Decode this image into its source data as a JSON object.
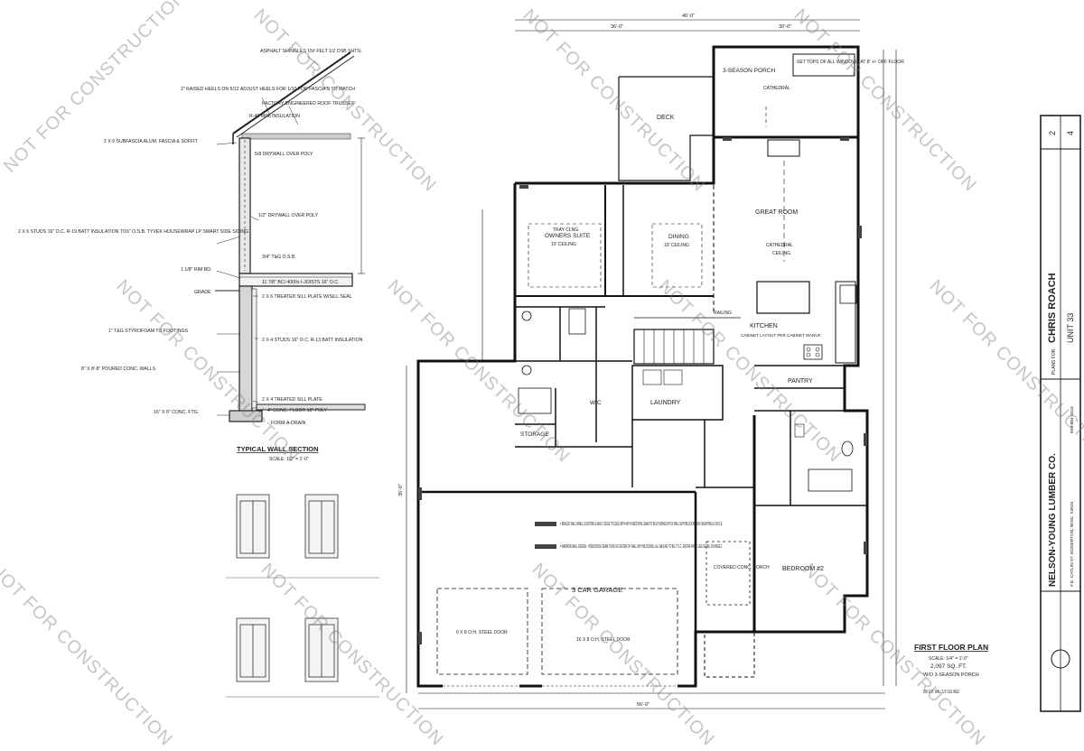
{
  "watermark": "NOT FOR CONSTRUCTION",
  "title_block": {
    "company": "NELSON-YOUNG LUMBER CO.",
    "plans_for_label": "PLANS FOR:",
    "client": "CHRIS ROACH",
    "unit": "UNIT 33",
    "address": "# E. CATLIN ST. EDGERTON, WISC. 53534",
    "contact": "608-884-3316"
  },
  "wall_section": {
    "title": "TYPICAL WALL SECTION",
    "scale": "SCALE: 1/2\" = 1'-0\"",
    "notes": [
      "ASPHALT SHINGLES 15# FELT 1/2 OSB SHTG.",
      "2\" RAISED HEELS ON 5/12 ADJUST HEELS FOR 1/10 FOR FASCIA'S TO MATCH",
      "FACTORY ENGINEERED ROOF TRUSSES",
      "R-49 MIN. INSULATION",
      "5/8 DRYWALL OVER POLY",
      "2 X 6 SUBFASCIA ALUM. FASCIA & SOFFIT",
      "2 X 6 STUDS 16\" O.C. R-19 BATT INSULATION 7/16\" O.S.B. TYVEK HOUSEWRAP LP SMART SIDE SIDING",
      "1/2\" DRYWALL OVER POLY",
      "3/4\" T&G O.S.B.",
      "1 1/8\" RIM BD.",
      "11 7/8\" BCI 4000s I-JOISTS 16\" O.C.",
      "GRADE",
      "2 X 6 TREATED SILL PLATE W/SILL SEAL",
      "1\" T&G STYROFOAM TO FOOTINGS",
      "2 X 4 STUDS 16\" O.C. R-13 BATT INSULATION",
      "8\" X 8'-8\" POURED CONC. WALLS",
      "2 X 4 TREATED SILL PLATE",
      "4\" CONC. FLOOR 10\" POLY",
      "16\" X 8\" CONC. FTG.",
      "FORM-A-DRAIN"
    ]
  },
  "plan": {
    "title": "FIRST FLOOR PLAN",
    "scale": "SCALE: 1/4\" = 1'-0\"",
    "area": "2,097 SQ. FT.",
    "porch_note": "W/O 3-SEASON PORCH",
    "notes_bottom": "2X6 EXT. WALLS 9' CEILINGS",
    "window_note": "SET TOPS OF ALL WINDOWS AT 8' +/- OFF FLOOR",
    "bracing_note_1": "= BRACED WALL PANEL LOCATIONS & MAX 2' EDGE TO EDGE WITH ANY HORIZONTAL SEAM TO BE AT MIDHEIGHT OF WALL WITH BLOCK BEHIND SHEATHING & SPLICE.",
    "bracing_note_2": "= NARROW WALL DESIGN - HORIZONTAL SEAM TO BE IN CENTER OF WALL WITH BLOCKING. ALL NAILING TO BE 3\" O.C. ENTIRE PANEL SEE DETAIL ON PAGE 2."
  },
  "rooms": {
    "porch": "3-SEASON PORCH",
    "deck": "DECK",
    "owners_suite": "OWNERS SUITE",
    "owners_ceiling": "10' CEILING",
    "dining": "DINING",
    "dining_ceiling": "10' CEILING",
    "great_room": "GREAT ROOM",
    "cathedral": "CATHEDRAL",
    "ceiling": "CEILING",
    "kitchen": "KITCHEN",
    "kitchen_note": "CABINET LAYOUT PER CABINET MANUF.",
    "pantry": "PANTRY",
    "laundry": "LAUNDRY",
    "wic": "W/C",
    "storage": "STORAGE",
    "bedroom2": "BEDROOM #2",
    "garage": "3 CAR GARAGE",
    "covered_porch": "COVERED CONC. PORCH",
    "tray_clng": "TRAY CLNG.",
    "railing": "RAILING"
  },
  "dimensions": {
    "overall_width": "56'-0\"",
    "overall_depth": "35'-0\"",
    "top_left": "36'-0\"",
    "top_right": "30'-0\"",
    "top_total": "46'-0\"",
    "garage_door_1": "9 X 8 O.H. STEEL DOOR",
    "garage_door_2": "16 X 8 O.H. STEEL DOOR"
  },
  "revision": {
    "sheet": "2",
    "of": "4"
  }
}
